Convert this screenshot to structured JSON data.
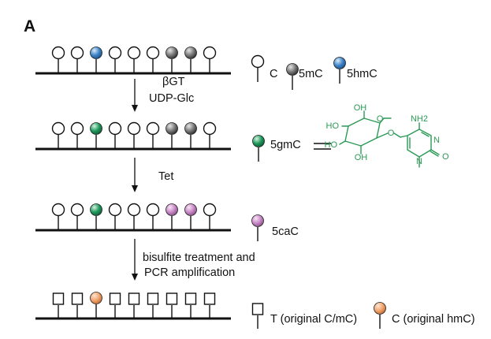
{
  "panel_label": "A",
  "steps": {
    "step1_line1": "βGT",
    "step1_line2": "UDP-Glc",
    "step2": "Tet",
    "step3_line1": "bisulfite treatment and",
    "step3_line2": "PCR amplification"
  },
  "rows": [
    {
      "marks": [
        "C",
        "C",
        "5hmC",
        "C",
        "C",
        "C",
        "5mC",
        "5mC",
        "C"
      ]
    },
    {
      "marks": [
        "C",
        "C",
        "5gmC",
        "C",
        "C",
        "C",
        "5mC",
        "5mC",
        "C"
      ]
    },
    {
      "marks": [
        "C",
        "C",
        "5gmC",
        "C",
        "C",
        "C",
        "5caC",
        "5caC",
        "C"
      ]
    },
    {
      "marks": [
        "T",
        "T",
        "C-hmC",
        "T",
        "T",
        "T",
        "T",
        "T",
        "T"
      ]
    }
  ],
  "legend": {
    "c": "C",
    "mc": "5mC",
    "hmc": "5hmC",
    "gmc": "5gmC",
    "cac": "5caC",
    "t": "T (original C/mC)",
    "c_orig": "C (original hmC)"
  },
  "structure": {
    "atoms": [
      "OH",
      "HO",
      "HO",
      "OH",
      "O",
      "O",
      "NH2",
      "N",
      "N",
      "O"
    ]
  },
  "colors": {
    "5hmC": "#3f86c9",
    "5mC": "#6a6a6a",
    "5gmC": "#1f9a5c",
    "5caC": "#c98ac7",
    "C-hmC": "#f2a66e",
    "structure": "#2a9a55"
  }
}
